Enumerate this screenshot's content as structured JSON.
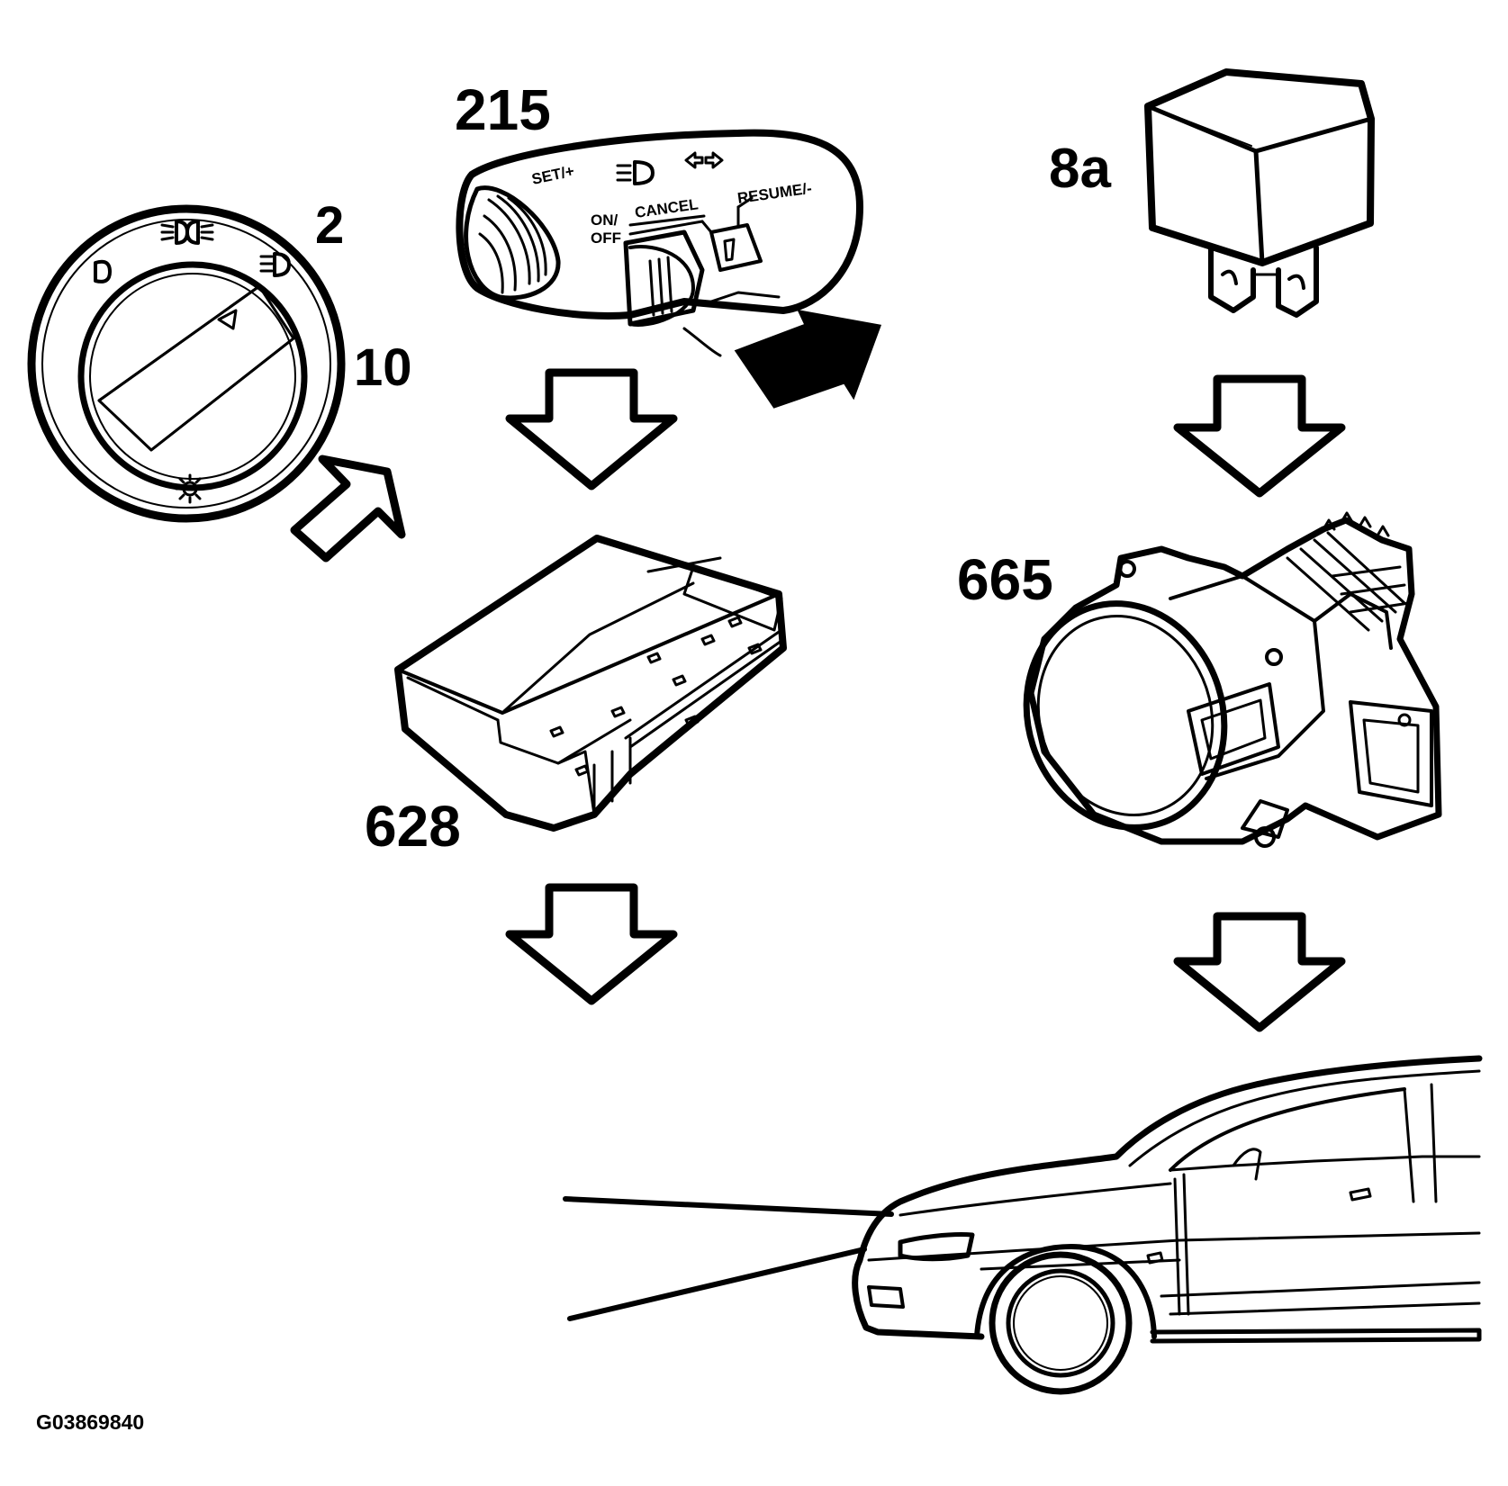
{
  "labels": {
    "light_switch_ref": "2",
    "light_switch_pos": "10",
    "stalk_switch": "215",
    "relay": "8a",
    "control_module": "628",
    "fog_lamp": "665"
  },
  "switch_markings": {
    "set": "SET/+",
    "on_off": "ON/\nOFF",
    "cancel": "CANCEL",
    "resume": "RESUME/-"
  },
  "figure_code": "G03869840",
  "colors": {
    "ink": "#000000",
    "paper": "#ffffff"
  }
}
